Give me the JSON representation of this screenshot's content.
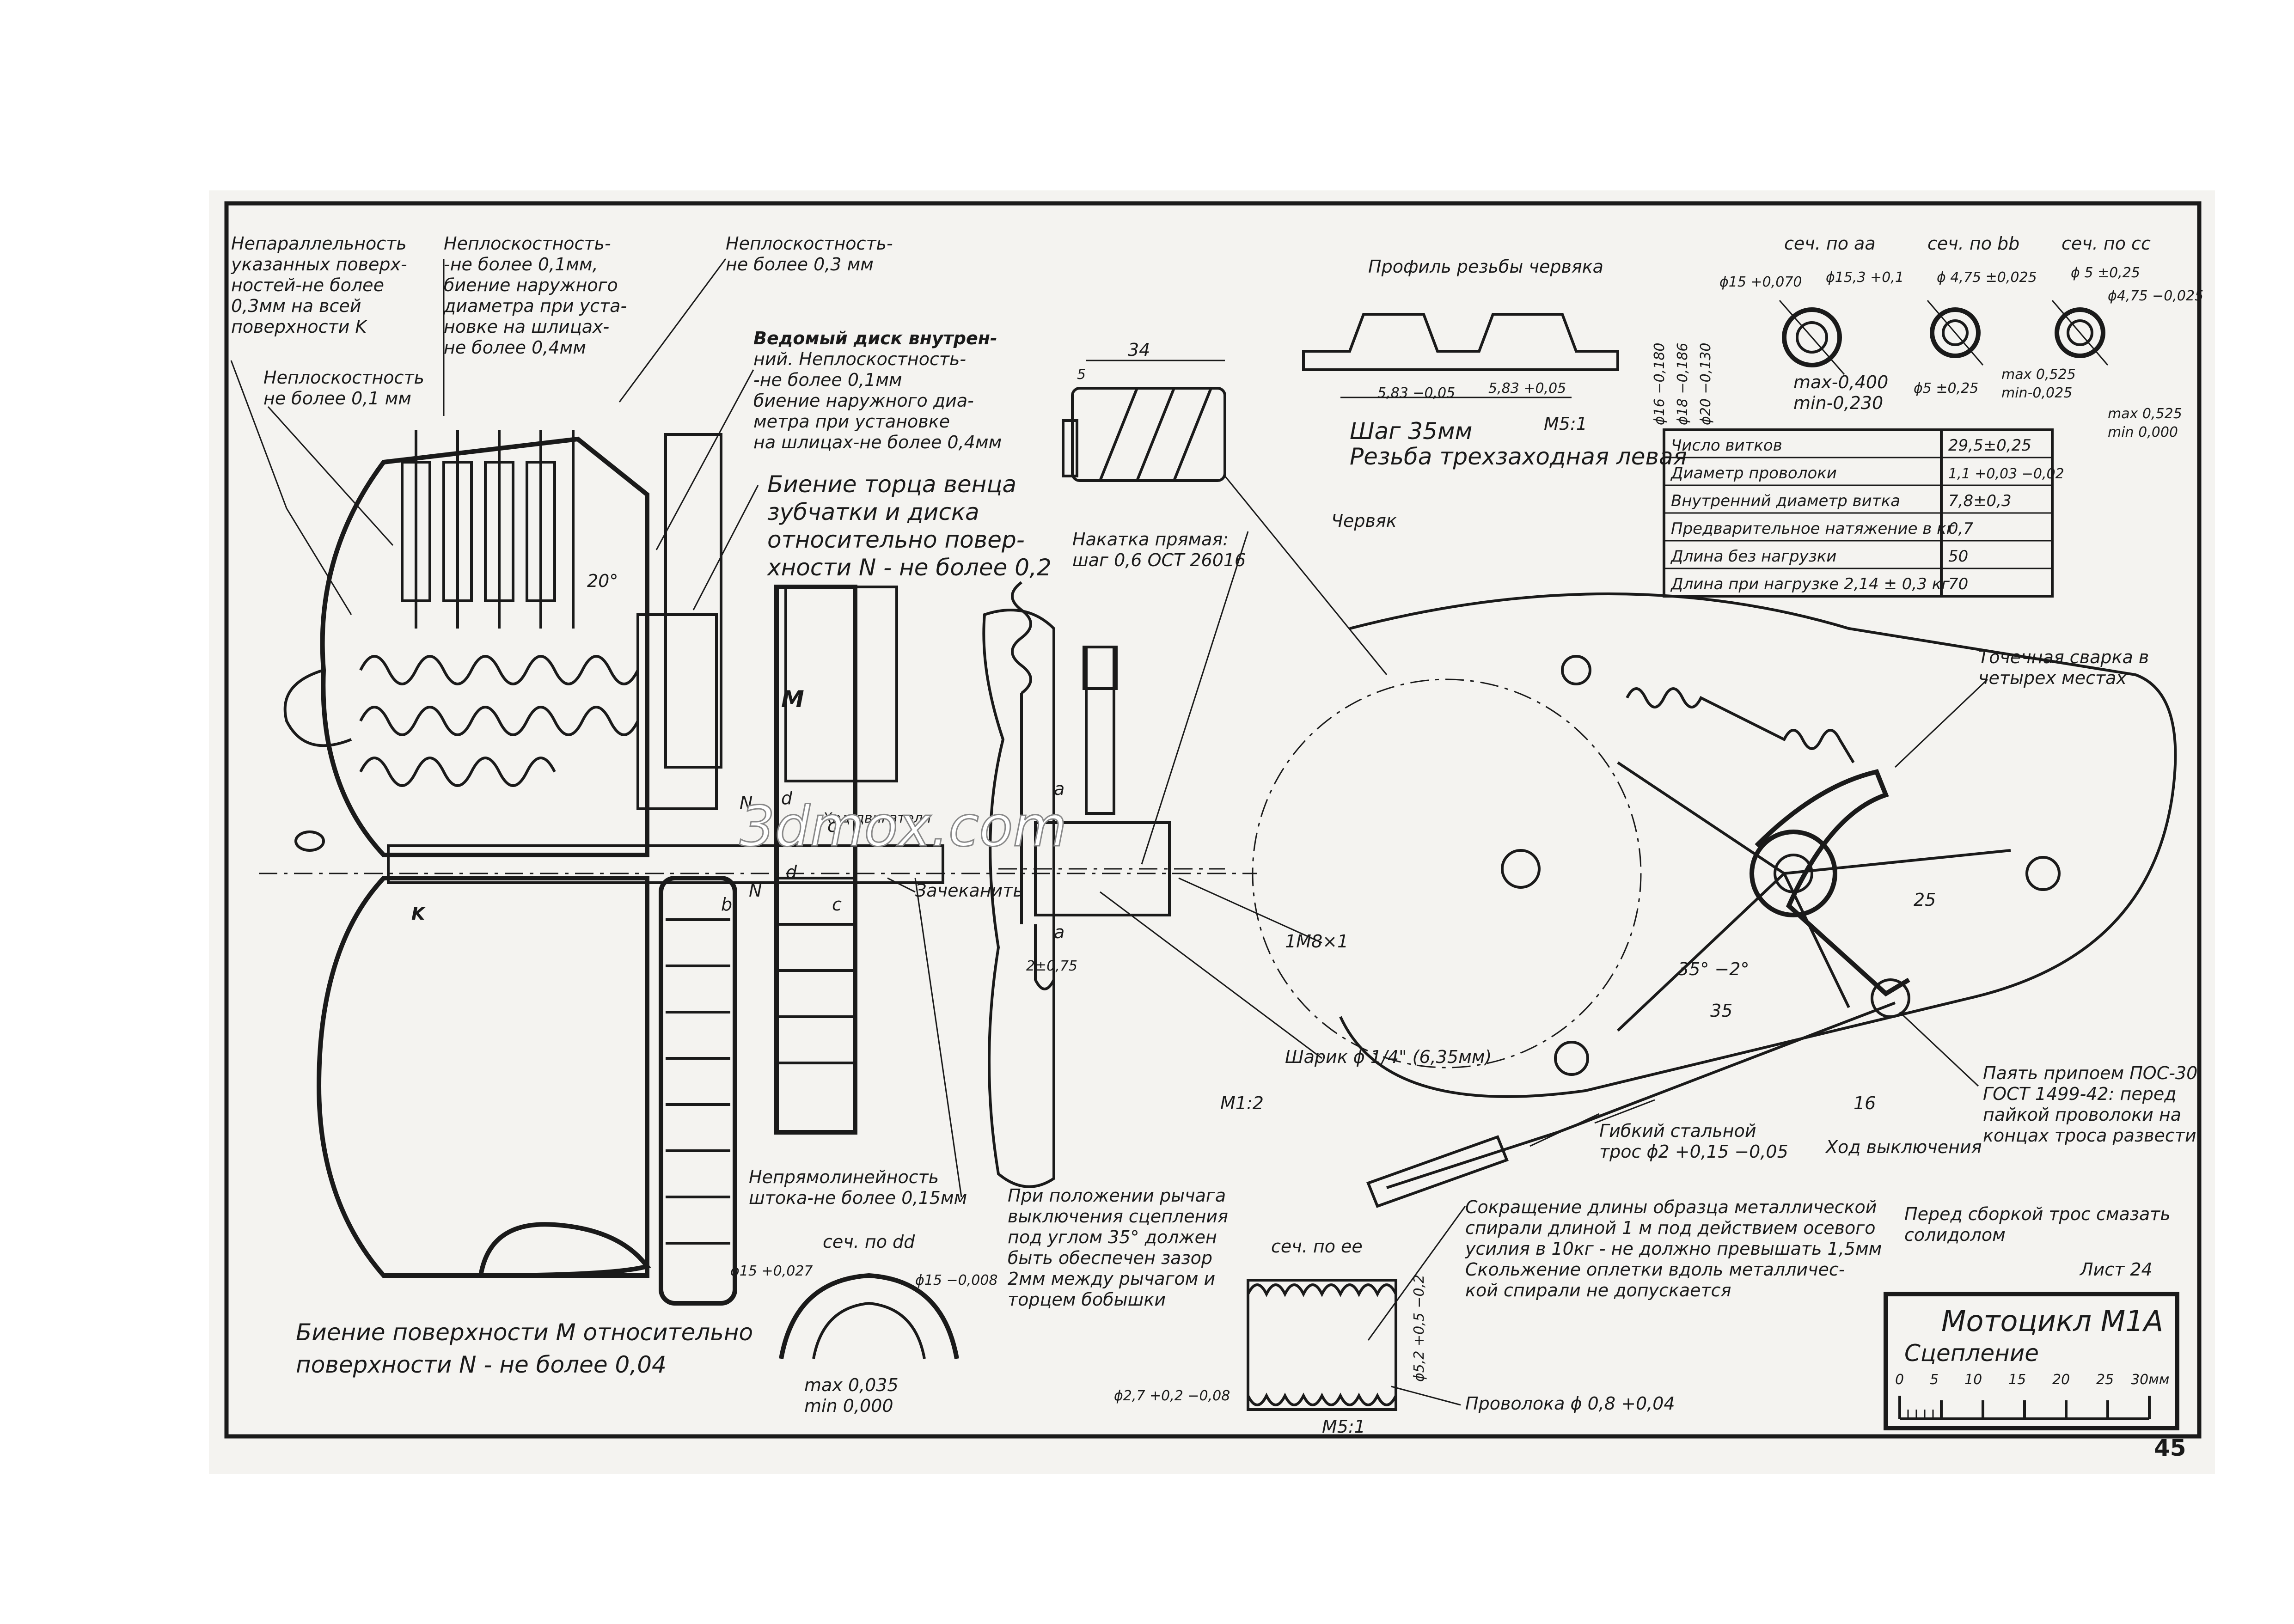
{
  "notes": {
    "nonparallel": [
      "Непараллельность",
      "указанных поверх-",
      "ностей-не более",
      "0,3мм на всей",
      "поверхности K"
    ],
    "flat_01_runout": [
      "Неплоскостность-",
      "-не более 0,1мм,",
      "биение наружного",
      "диаметра при уста-",
      "новке на шлицах-",
      "не более 0,4мм"
    ],
    "flat_03": [
      "Неплоскостность-",
      "не более 0,3 мм"
    ],
    "flat_01": [
      "Неплоскостность",
      "не более 0,1 мм"
    ],
    "driven_disc": [
      "Ведомый диск внутрен-",
      "ний. Неплоскостность-",
      "-не более 0,1мм",
      "биение наружного диа-",
      "метра при установке",
      "на шлицах-не более 0,4мм"
    ],
    "face_runout": [
      "Биение торца венца",
      "зубчатки и диска",
      "относительно повер-",
      "хности N - не более 0,2"
    ],
    "knurl": [
      "Накатка прямая:",
      "шаг 0,6 ОСТ 26016"
    ],
    "worm": "Червяк",
    "thread_profile_title": "Профиль резьбы червяка",
    "thread_pitch": [
      "Шаг 35мм",
      "Резьба трехзаходная левая"
    ],
    "spot_weld": [
      "Точечная сварка в",
      "четырех местах"
    ],
    "solder": [
      "Паять припоем ПОС-30",
      "ГОСТ 1499-42: перед",
      "пайкой проволоки на",
      "концах троса развести"
    ],
    "release_travel": "Ход выключения",
    "cable": [
      "Гибкий стальной",
      "трос ϕ2 +0,15 −0,05"
    ],
    "lubricate": [
      "Перед сборкой трос смазать",
      "солидолом"
    ],
    "sheet": "Лист 24",
    "straightness": [
      "Непрямолинейность",
      "штока-не более 0,15мм"
    ],
    "lever_position": [
      "При положении рычага",
      "выключения сцепления",
      "под углом 35° должен",
      "быть обеспечен зазор",
      "2мм между рычагом и",
      "торцем бобышки"
    ],
    "spiral_shortening": [
      "Сокращение длины образца металлической",
      "спирали длиной 1 м под действием осевого",
      "усилия в 10кг - не должно превышать 1,5мм",
      "Скольжение оплетки вдоль металличес-",
      "кой спирали не допускается"
    ],
    "surface_m_runout": [
      "Биение поверхности M относительно",
      "поверхности N - не более 0,04"
    ],
    "wire": "Проволока ϕ 0,8 +0,04",
    "ball": "Шарик ϕ 1/4\" (6,35мм)",
    "bolt": "1M8×1",
    "peen": "Зачеканить",
    "engine_side": "Ход двигателя",
    "angle_20": "20°",
    "angle_35": "35° −2°",
    "dim_25": "25",
    "dim_35": "35",
    "dim_16": "16",
    "dim_2_075": "2±0,75",
    "dim_34": "34",
    "dim_5": "5",
    "scale_m12": "M1:2",
    "scale_m51_a": "M5:1",
    "scale_m51_b": "M5:1"
  },
  "thread": {
    "dim_left": "5,83 −0,05",
    "dim_right": "5,83 +0,05",
    "d16": "ϕ16 −0,180",
    "d18": "ϕ18 −0,186",
    "d20": "ϕ20 −0,130"
  },
  "sections": {
    "aa": {
      "title": "сеч. по aa",
      "d1": "ϕ15 +0,070",
      "d2": "ϕ15,3 +0,1",
      "max": "max-0,400",
      "min": "min-0,230"
    },
    "bb": {
      "title": "сеч. по bb",
      "d1": "ϕ 4,75 ±0,025",
      "d2": "ϕ5 ±0,25",
      "max": "max 0,525",
      "min": "min-0,025"
    },
    "cc": {
      "title": "сеч. по cc",
      "d1": "ϕ 5 ±0,25",
      "d2": "ϕ4,75 −0,025",
      "max": "max 0,525",
      "min": "min 0,000"
    },
    "dd": {
      "title": "сеч. по dd",
      "d1": "ϕ15 +0,027",
      "d2": "ϕ15 −0,008",
      "max": "max 0,035",
      "min": "min 0,000"
    },
    "ee": {
      "title": "сеч. по ee",
      "d1": "ϕ2,7 +0,2 −0,08",
      "d2": "ϕ5,2 +0,5 −0,2"
    }
  },
  "spring_table": {
    "rows": [
      {
        "label": "Число витков",
        "value": "29,5±0,25"
      },
      {
        "label": "Диаметр проволоки",
        "value": "1,1 +0,03 −0,02"
      },
      {
        "label": "Внутренний диаметр витка",
        "value": "7,8±0,3"
      },
      {
        "label": "Предварительное натяжение в кг",
        "value": "0,7"
      },
      {
        "label": "Длина без нагрузки",
        "value": "50"
      },
      {
        "label": "Длина при нагрузке 2,14 ± 0,3 кг",
        "value": "70"
      }
    ]
  },
  "marks": {
    "M": "M",
    "K": "K",
    "N": "N",
    "N2": "N",
    "a": "a",
    "a2": "a",
    "b": "b",
    "c": "c",
    "c2": "c",
    "d": "d",
    "d2": "d"
  },
  "title_block": {
    "title": "Мотоцикл M1A",
    "subtitle": "Сцепление",
    "scale_ticks": [
      "0",
      "5",
      "10",
      "15",
      "20",
      "25",
      "30мм"
    ]
  },
  "page_number": "45",
  "watermark": "3dmox.com"
}
